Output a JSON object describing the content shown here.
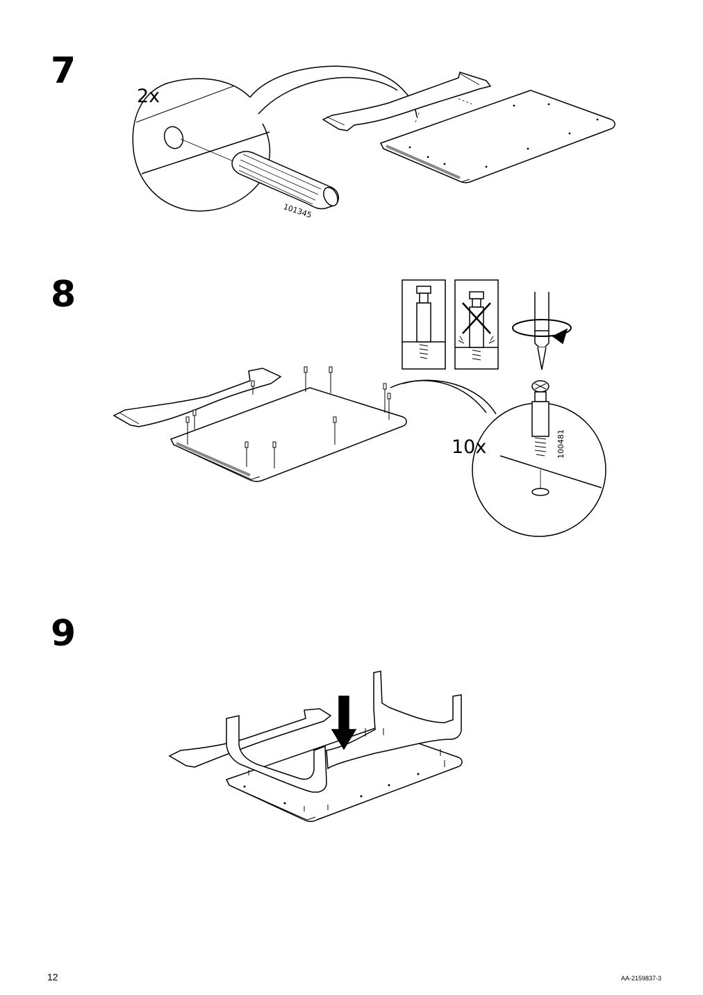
{
  "steps": [
    {
      "number": "7",
      "quantity": "2x",
      "part_number": "101345"
    },
    {
      "number": "8",
      "quantity": "10x",
      "part_number": "100481"
    },
    {
      "number": "9"
    }
  ],
  "footer": {
    "page_number": "12",
    "document_code": "AA-2159837-3"
  }
}
